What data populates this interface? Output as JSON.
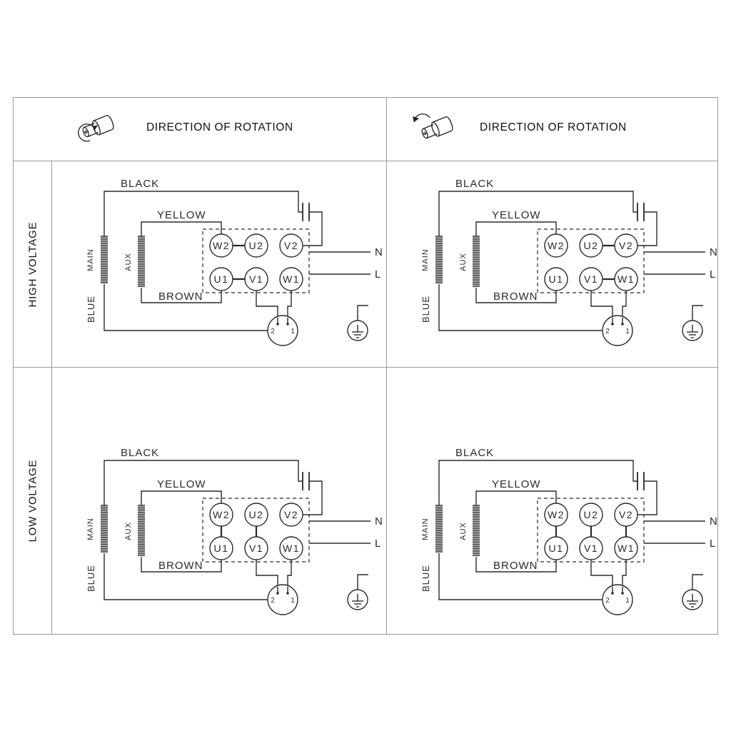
{
  "header": {
    "left": {
      "title": "DIRECTION OF ROTATION",
      "icon": "motor-ccw-icon"
    },
    "right": {
      "title": "DIRECTION OF ROTATION",
      "icon": "motor-cw-icon"
    }
  },
  "rows": [
    {
      "label": "HIGH VOLTAGE"
    },
    {
      "label": "LOW VOLTAGE"
    }
  ],
  "diagram": {
    "winding_labels": {
      "main": "MAIN",
      "aux": "AUX"
    },
    "wire_labels": {
      "black": "BLACK",
      "yellow": "YELLOW",
      "brown": "BROWN",
      "blue": "BLUE"
    },
    "supply_labels": {
      "neutral": "N",
      "line": "L"
    },
    "terminals_top": [
      "W2",
      "U2",
      "V2"
    ],
    "terminals_bottom": [
      "U1",
      "V1",
      "W1"
    ],
    "plug_pins": [
      "2",
      "1"
    ],
    "colors": {
      "line": "#2a2a2a",
      "grid": "#9a9a9a"
    }
  },
  "quadrants": [
    {
      "name": "high-voltage-left",
      "voltage": "HIGH VOLTAGE",
      "rotation": "counter-clockwise",
      "links": [
        [
          "W2",
          "U2"
        ],
        [
          "U1",
          "V1"
        ]
      ]
    },
    {
      "name": "high-voltage-right",
      "voltage": "HIGH VOLTAGE",
      "rotation": "clockwise",
      "links": [
        [
          "U2",
          "V2"
        ],
        [
          "V1",
          "W1"
        ]
      ]
    },
    {
      "name": "low-voltage-left",
      "voltage": "LOW VOLTAGE",
      "rotation": "counter-clockwise",
      "links": [
        [
          "W2",
          "U1"
        ],
        [
          "U2",
          "V1"
        ]
      ]
    },
    {
      "name": "low-voltage-right",
      "voltage": "LOW VOLTAGE",
      "rotation": "clockwise",
      "links": [
        [
          "W2",
          "U1"
        ],
        [
          "U2",
          "V1"
        ],
        [
          "V2",
          "W1"
        ]
      ]
    }
  ]
}
